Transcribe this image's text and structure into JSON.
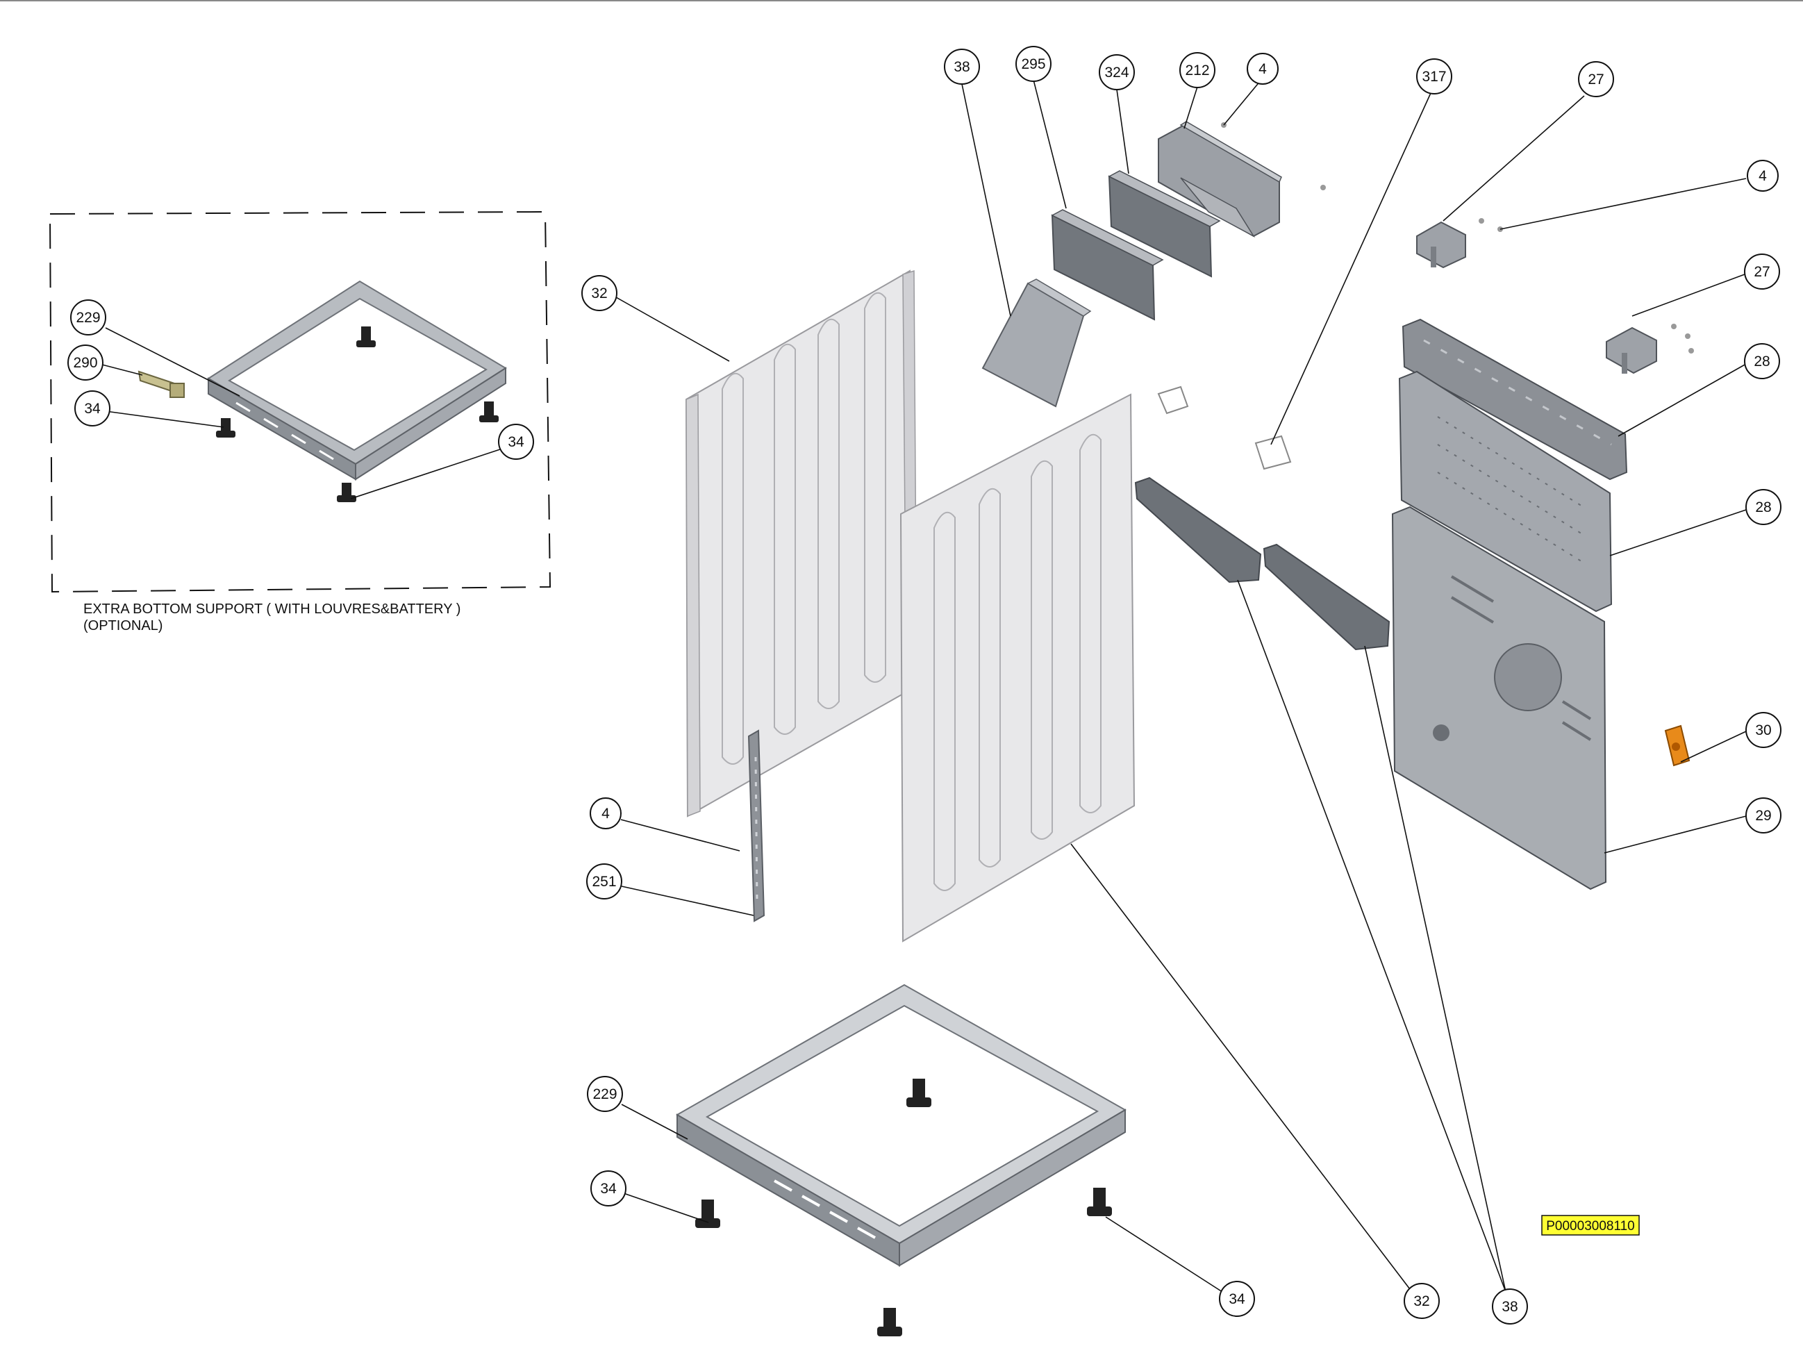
{
  "diagram": {
    "caption_line1": "EXTRA BOTTOM SUPPORT ( WITH LOUVRES&BATTERY )",
    "caption_line2": "(OPTIONAL)",
    "drawing_code": "P00003008110",
    "callouts": {
      "c38_top": "38",
      "c295": "295",
      "c324": "324",
      "c212": "212",
      "c4_top": "4",
      "c317": "317",
      "c27_top": "27",
      "c4_right": "4",
      "c27_mid": "27",
      "c28_top": "28",
      "c28_mid": "28",
      "c30": "30",
      "c29": "29",
      "c32_left": "32",
      "c4_left": "4",
      "c251": "251",
      "c229_bottom": "229",
      "c34_bl": "34",
      "c34_br": "34",
      "c32_bottom": "32",
      "c38_bottom": "38",
      "c229_inset": "229",
      "c290": "290",
      "c34_inset_l": "34",
      "c34_inset_r": "34"
    }
  },
  "colors": {
    "line": "#111111",
    "panel_white": "#e6e6e8",
    "panel_edge": "#9a9a9e",
    "metal_dark": "#7d8288",
    "metal_mid": "#a9adb2",
    "metal_light": "#cfd2d6",
    "foot": "#222222",
    "highlight": "#ffff33",
    "orange": "#e88a1a"
  }
}
